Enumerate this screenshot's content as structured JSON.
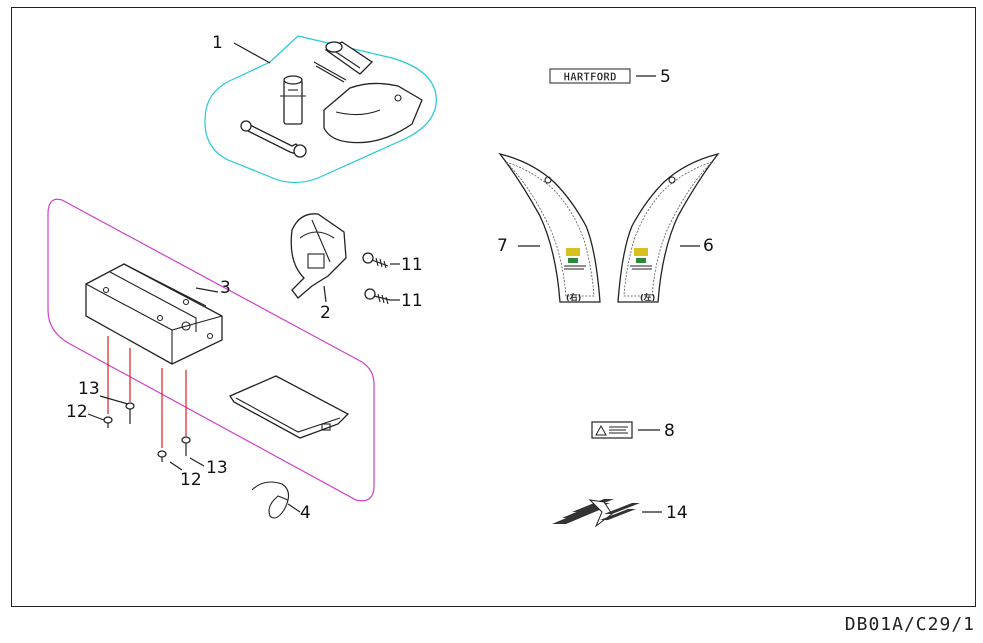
{
  "callouts": {
    "c1": "1",
    "c2": "2",
    "c3": "3",
    "c4": "4",
    "c5": "5",
    "c6": "6",
    "c7": "7",
    "c8": "8",
    "c11a": "11",
    "c11b": "11",
    "c12a": "12",
    "c12b": "12",
    "c13a": "13",
    "c13b": "13",
    "c14": "14"
  },
  "emblem_text": "HARTFORD",
  "decal_right_label": "(右)",
  "decal_left_label": "(左)",
  "drawing_code": "DB01A/C29/1",
  "colors": {
    "toolkit_group_outline": "#22c8d8",
    "bracket_group_outline": "#d040c8",
    "screw_leader": "#e02020",
    "decal_logo_yellow": "#d8c020",
    "decal_logo_green": "#2a8a3a"
  }
}
